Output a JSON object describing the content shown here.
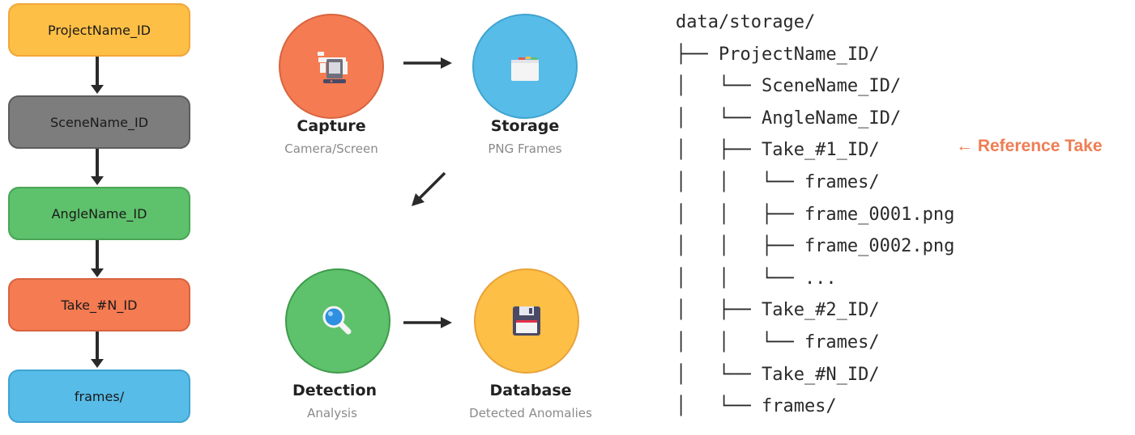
{
  "hierarchy": {
    "levels": [
      {
        "label": "ProjectName_ID",
        "color": "#fdbf45",
        "border": "#f2a63a"
      },
      {
        "label": "SceneName_ID",
        "color": "#7d7d7d",
        "border": "#5d5d5d"
      },
      {
        "label": "AngleName_ID",
        "color": "#5ec16b",
        "border": "#49a556"
      },
      {
        "label": "Take_#N_ID",
        "color": "#f47b52",
        "border": "#d8643f"
      },
      {
        "label": "frames/",
        "color": "#57bce8",
        "border": "#3fa3d0"
      }
    ]
  },
  "pipeline": {
    "capture": {
      "title": "Capture",
      "subtitle": "Camera/Screen",
      "color": "#f47b52",
      "border": "#d8643f",
      "icon": "video-camera-icon"
    },
    "storage": {
      "title": "Storage",
      "subtitle": "PNG Frames",
      "color": "#57bce8",
      "border": "#3fa3d0",
      "icon": "folder-icon"
    },
    "detection": {
      "title": "Detection",
      "subtitle": "Analysis",
      "color": "#5ec16b",
      "border": "#3f9a4c",
      "icon": "magnifier-icon"
    },
    "database": {
      "title": "Database",
      "subtitle": "Detected Anomalies",
      "color": "#fdbf45",
      "border": "#e8a33a",
      "icon": "floppy-disk-icon"
    }
  },
  "tree": {
    "lines": [
      "data/storage/",
      "├── ProjectName_ID/",
      "│   └── SceneName_ID/",
      "│   └── AngleName_ID/",
      "│   ├── Take_#1_ID/",
      "│   │   └── frames/",
      "│   │   ├── frame_0001.png",
      "│   │   ├── frame_0002.png",
      "│   │   └── ...",
      "│   ├── Take_#2_ID/",
      "│   │   └── frames/",
      "│   └── Take_#N_ID/",
      "│   └── frames/"
    ],
    "annotation": "← Reference Take",
    "annotation_color": "#ef7d53"
  }
}
